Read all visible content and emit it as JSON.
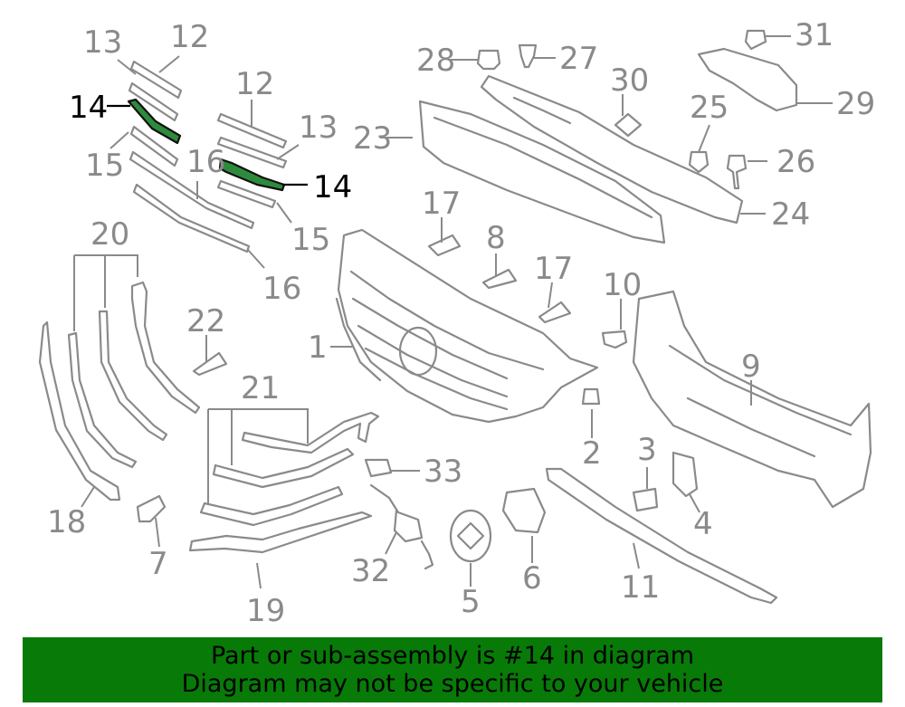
{
  "callouts": {
    "c1": "1",
    "c2": "2",
    "c3": "3",
    "c4": "4",
    "c5": "5",
    "c6": "6",
    "c7": "7",
    "c8": "8",
    "c9": "9",
    "c10": "10",
    "c11": "11",
    "c12": "12",
    "c13": "13",
    "c14": "14",
    "c15": "15",
    "c16": "16",
    "c17": "17",
    "c18": "18",
    "c19": "19",
    "c20": "20",
    "c21": "21",
    "c22": "22",
    "c23": "23",
    "c24": "24",
    "c25": "25",
    "c26": "26",
    "c27": "27",
    "c28": "28",
    "c29": "29",
    "c30": "30",
    "c31": "31",
    "c32": "32",
    "c33": "33"
  },
  "highlight_part": "14",
  "colors": {
    "highlight_fill": "#2e8b3d",
    "banner_bg": "#087a08",
    "line_gray": "#8a8a8a"
  },
  "banner": {
    "line1": "Part or sub-assembly is #14 in diagram",
    "line2": "Diagram may not be specific to your vehicle"
  }
}
